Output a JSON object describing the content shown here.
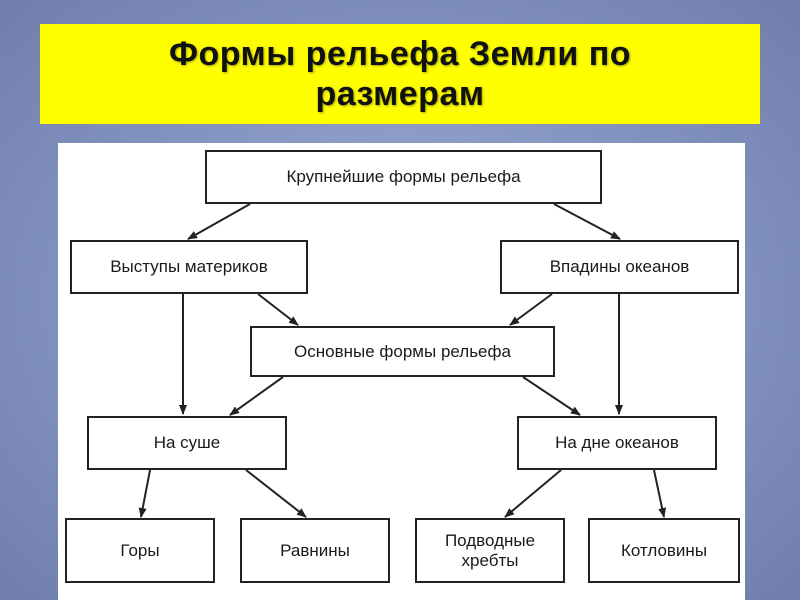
{
  "title": "Формы рельефа Земли по размерам",
  "diagram": {
    "nodes": {
      "largest": "Крупнейшие формы рельефа",
      "continents": "Выступы материков",
      "ocean_basins": "Впадины океанов",
      "main_forms": "Основные формы рельефа",
      "on_land": "На суше",
      "ocean_floor": "На дне океанов",
      "mountains": "Горы",
      "plains": "Равнины",
      "ridges": "Подводные хребты",
      "basins": "Котловины"
    },
    "edges": [
      [
        "largest",
        "continents"
      ],
      [
        "largest",
        "ocean_basins"
      ],
      [
        "continents",
        "main_forms"
      ],
      [
        "ocean_basins",
        "main_forms"
      ],
      [
        "continents",
        "on_land"
      ],
      [
        "ocean_basins",
        "ocean_floor"
      ],
      [
        "main_forms",
        "on_land"
      ],
      [
        "main_forms",
        "ocean_floor"
      ],
      [
        "on_land",
        "mountains"
      ],
      [
        "on_land",
        "plains"
      ],
      [
        "ocean_floor",
        "ridges"
      ],
      [
        "ocean_floor",
        "basins"
      ]
    ]
  }
}
